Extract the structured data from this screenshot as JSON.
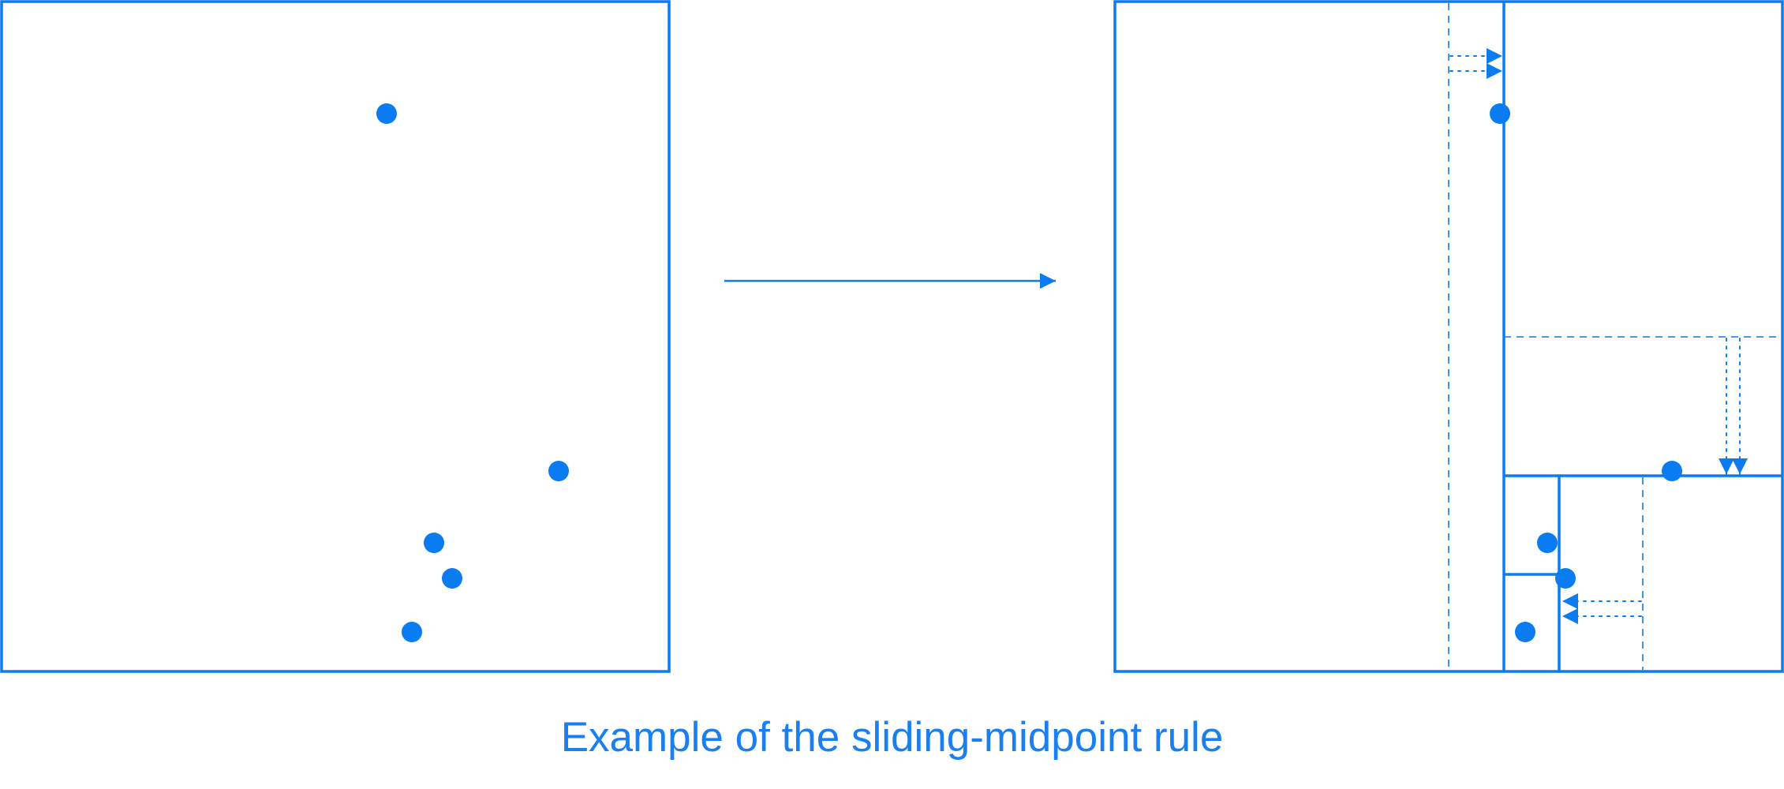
{
  "caption": "Example of the sliding-midpoint rule",
  "colors": {
    "accent": "#0a7bf0",
    "caption": "#1a7ff0"
  },
  "panels": [
    {
      "role": "before"
    },
    {
      "role": "after"
    }
  ],
  "transition_arrow": {
    "direction": "right"
  },
  "icons": {
    "point": "filled-circle",
    "slide": "dotted-arrow"
  }
}
